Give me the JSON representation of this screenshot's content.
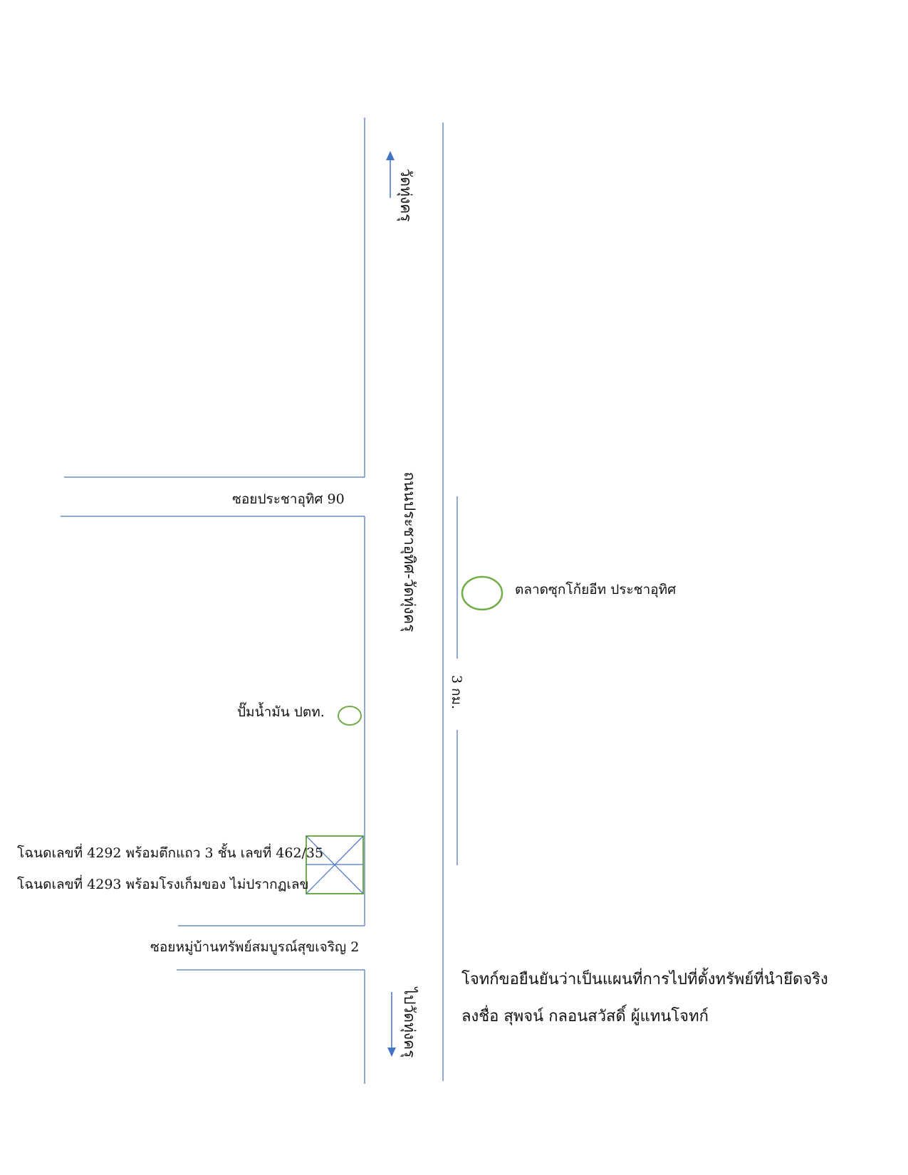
{
  "map": {
    "main_road_label": "ถนนประชาอุทิศ-วัดทุ่งครุ",
    "direction_north": "วัดทุ่งครุ",
    "direction_south": "ไปวัดทุ่งครุ",
    "soi_top": "ซอยประชาอุทิศ 90",
    "soi_bottom": "ซอยหมู่บ้านทรัพย์สมบูรณ์สุขเจริญ 2",
    "market": "ตลาดซุกโก้ยอีท ประชาอุทิศ",
    "distance": "3 กม.",
    "gas_station": "ปั๊มน้ำมัน ปตท.",
    "property_line1": "โฉนดเลขที่ 4292 พร้อมตึกแถว 3 ชั้น เลขที่ 462/35",
    "property_line2": "โฉนดเลขที่ 4293 พร้อมโรงเก็มของ ไม่ปรากฏเลข"
  },
  "statement": {
    "line1": "โจทก์ขอยืนยันว่าเป็นแผนที่การไปที่ตั้งทรัพย์ที่นำยึดจริง",
    "line2": "ลงชื่อ สุพจน์  กลอนสวัสดิ์  ผู้แทนโจทก์"
  },
  "colors": {
    "road": "#6b8cc7",
    "marker": "#70ad47",
    "arrow": "#4472c4"
  },
  "icons": {
    "market_marker": "circle-outline",
    "gas_marker": "circle-outline",
    "property_marker": "crossed-box",
    "north_arrow": "arrow-up",
    "south_arrow": "arrow-down"
  }
}
